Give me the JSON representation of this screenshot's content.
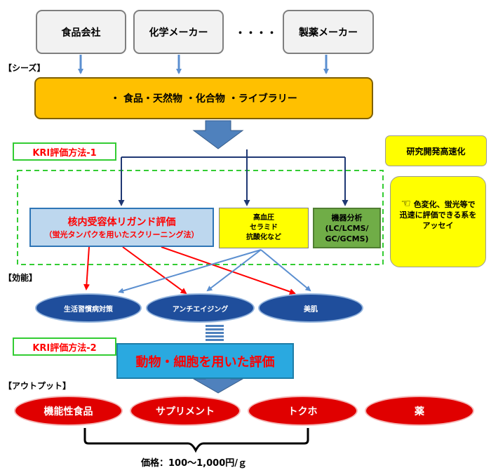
{
  "sources": {
    "food_company": "食品会社",
    "chemical_maker": "化学メーカー",
    "ellipsis": "・・・・",
    "pharma_maker": "製薬メーカー"
  },
  "seeds": {
    "section_label": "【シーズ】",
    "text": "・ 食品・天然物 ・化合物 ・ライブラリー"
  },
  "kri_method_1": "KRI評価方法-1",
  "rd_speedup": "研究開発高速化",
  "note": "色変化、蛍光等で迅速に評価できる系をアッセイ",
  "method_nuclear": {
    "title": "核内受容体リガンド評価",
    "subtitle": "（蛍光タンパクを用いたスクリーニング法）"
  },
  "method_bp": {
    "line1": "高血圧",
    "line2": "セラミド",
    "line3": "抗酸化など"
  },
  "method_instrument": {
    "line1": "機器分析",
    "line2": "(LC/LCMS/",
    "line3": "GC/GCMS)"
  },
  "efficacy": {
    "section_label": "【効能】",
    "items": [
      "生活習慣病対策",
      "アンチエイジング",
      "美肌"
    ]
  },
  "kri_method_2": "KRI評価方法-2",
  "animal_cell_eval": "動物・細胞を用いた評価",
  "output": {
    "section_label": "【アウトプット】",
    "items": [
      "機能性食品",
      "サプリメント",
      "トクホ",
      "薬"
    ]
  },
  "price": "価格：100～1,000円/ｇ",
  "colors": {
    "seed_fill": "#ffc000",
    "nuclear_fill": "#bdd7ee",
    "bp_fill": "#ffff00",
    "instrument_fill": "#70ad47",
    "eval_fill": "#2aa9e0",
    "efficacy_fill": "#1f4e9c",
    "output_fill": "#e00000",
    "dashed_border": "#33cc33",
    "arrow_blue": "#5b8fd0",
    "arrow_red": "#ff0000",
    "tree_navy": "#1f3874"
  }
}
